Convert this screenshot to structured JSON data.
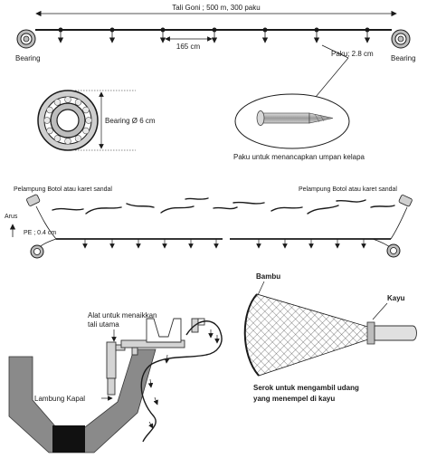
{
  "top": {
    "dim_label": "Tali Goni ; 500 m, 300 paku",
    "bearing_left": "Bearing",
    "bearing_right": "Bearing",
    "spacing": "165 cm",
    "nail_label": "Paku; 2.8 cm"
  },
  "bearing_detail": {
    "label": "Bearing Ø 6 cm"
  },
  "nail_detail": {
    "caption": "Paku untuk menancapkan umpan kelapa"
  },
  "middle": {
    "float_left": "Pelampung Botol atau karet sandal",
    "float_right": "Pelampung Botol atau karet sandal",
    "current": "Arus",
    "pe_label": "PE ; 0.4 cm"
  },
  "bottom": {
    "tool_label_1": "Alat untuk menaikkan",
    "tool_label_2": "tali utama",
    "hull_label": "Lambung Kapal",
    "bamboo": "Bambu",
    "wood": "Kayu",
    "scoop_1": "Serok untuk mengambil udang",
    "scoop_2": "yang menempel di kayu"
  },
  "colors": {
    "line": "#1a1a1a",
    "hull": "#8a8a8a",
    "hull_block": "#111111",
    "bearing_fill": "#bdbdbd",
    "mount": "#d4d4d4"
  }
}
